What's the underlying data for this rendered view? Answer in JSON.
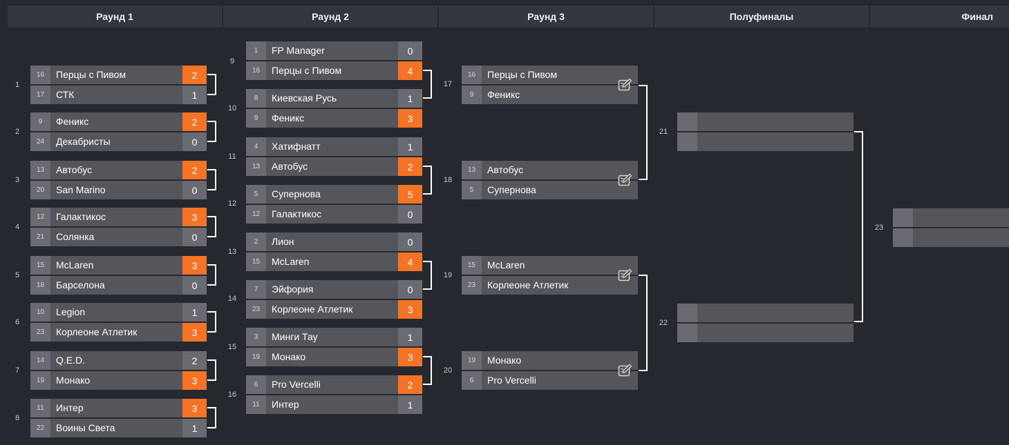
{
  "headers": [
    "Раунд 1",
    "Раунд 2",
    "Раунд 3",
    "Полуфиналы",
    "Финал"
  ],
  "round1": [
    {
      "num": "1",
      "t1": {
        "seed": "16",
        "name": "Перцы с Пивом",
        "score": "2",
        "win": true
      },
      "t2": {
        "seed": "17",
        "name": "СТК",
        "score": "1",
        "win": false
      }
    },
    {
      "num": "2",
      "t1": {
        "seed": "9",
        "name": "Феникс",
        "score": "2",
        "win": true
      },
      "t2": {
        "seed": "24",
        "name": "Декабристы",
        "score": "0",
        "win": false
      }
    },
    {
      "num": "3",
      "t1": {
        "seed": "13",
        "name": "Автобус",
        "score": "2",
        "win": true
      },
      "t2": {
        "seed": "20",
        "name": "San Marino",
        "score": "0",
        "win": false
      }
    },
    {
      "num": "4",
      "t1": {
        "seed": "12",
        "name": "Галактикос",
        "score": "3",
        "win": true
      },
      "t2": {
        "seed": "21",
        "name": "Солянка",
        "score": "0",
        "win": false
      }
    },
    {
      "num": "5",
      "t1": {
        "seed": "15",
        "name": "McLaren",
        "score": "3",
        "win": true
      },
      "t2": {
        "seed": "18",
        "name": "Барселона",
        "score": "0",
        "win": false
      }
    },
    {
      "num": "6",
      "t1": {
        "seed": "10",
        "name": "Legion",
        "score": "1",
        "win": false
      },
      "t2": {
        "seed": "23",
        "name": "Корлеоне Атлетик",
        "score": "3",
        "win": true
      }
    },
    {
      "num": "7",
      "t1": {
        "seed": "14",
        "name": "Q.E.D.",
        "score": "2",
        "win": false
      },
      "t2": {
        "seed": "19",
        "name": "Монако",
        "score": "3",
        "win": true
      }
    },
    {
      "num": "8",
      "t1": {
        "seed": "11",
        "name": "Интер",
        "score": "3",
        "win": true
      },
      "t2": {
        "seed": "22",
        "name": "Воины Света",
        "score": "1",
        "win": false
      }
    }
  ],
  "round2": [
    {
      "num": "9",
      "t1": {
        "seed": "1",
        "name": "FP Manager",
        "score": "0",
        "win": false
      },
      "t2": {
        "seed": "16",
        "name": "Перцы с Пивом",
        "score": "4",
        "win": true
      }
    },
    {
      "num": "10",
      "t1": {
        "seed": "8",
        "name": "Киевская Русь",
        "score": "1",
        "win": false
      },
      "t2": {
        "seed": "9",
        "name": "Феникс",
        "score": "3",
        "win": true
      }
    },
    {
      "num": "11",
      "t1": {
        "seed": "4",
        "name": "Хатифнатт",
        "score": "1",
        "win": false
      },
      "t2": {
        "seed": "13",
        "name": "Автобус",
        "score": "2",
        "win": true
      }
    },
    {
      "num": "12",
      "t1": {
        "seed": "5",
        "name": "Супернова",
        "score": "5",
        "win": true
      },
      "t2": {
        "seed": "12",
        "name": "Галактикос",
        "score": "0",
        "win": false
      }
    },
    {
      "num": "13",
      "t1": {
        "seed": "2",
        "name": "Лион",
        "score": "0",
        "win": false
      },
      "t2": {
        "seed": "15",
        "name": "McLaren",
        "score": "4",
        "win": true
      }
    },
    {
      "num": "14",
      "t1": {
        "seed": "7",
        "name": "Эйфория",
        "score": "0",
        "win": false
      },
      "t2": {
        "seed": "23",
        "name": "Корлеоне Атлетик",
        "score": "3",
        "win": true
      }
    },
    {
      "num": "15",
      "t1": {
        "seed": "3",
        "name": "Минги Тау",
        "score": "1",
        "win": false
      },
      "t2": {
        "seed": "19",
        "name": "Монако",
        "score": "3",
        "win": true
      }
    },
    {
      "num": "16",
      "t1": {
        "seed": "6",
        "name": "Pro Vercelli",
        "score": "2",
        "win": true
      },
      "t2": {
        "seed": "11",
        "name": "Интер",
        "score": "1",
        "win": false
      }
    }
  ],
  "round3": [
    {
      "num": "17",
      "t1": {
        "seed": "16",
        "name": "Перцы с Пивом"
      },
      "t2": {
        "seed": "9",
        "name": "Феникс"
      }
    },
    {
      "num": "18",
      "t1": {
        "seed": "13",
        "name": "Автобус"
      },
      "t2": {
        "seed": "5",
        "name": "Супернова"
      }
    },
    {
      "num": "19",
      "t1": {
        "seed": "15",
        "name": "McLaren"
      },
      "t2": {
        "seed": "23",
        "name": "Корлеоне Атлетик"
      }
    },
    {
      "num": "20",
      "t1": {
        "seed": "19",
        "name": "Монако"
      },
      "t2": {
        "seed": "6",
        "name": "Pro Vercelli"
      }
    }
  ],
  "semifinals": [
    {
      "num": "21"
    },
    {
      "num": "22"
    }
  ],
  "final": {
    "num": "23"
  },
  "colors": {
    "background": "#262830",
    "header": "#33353f",
    "row": "#55565c",
    "cell": "#6a6b72",
    "win": "#f47324",
    "connector": "#ffffff"
  },
  "icons": {
    "edit": "edit-icon"
  }
}
